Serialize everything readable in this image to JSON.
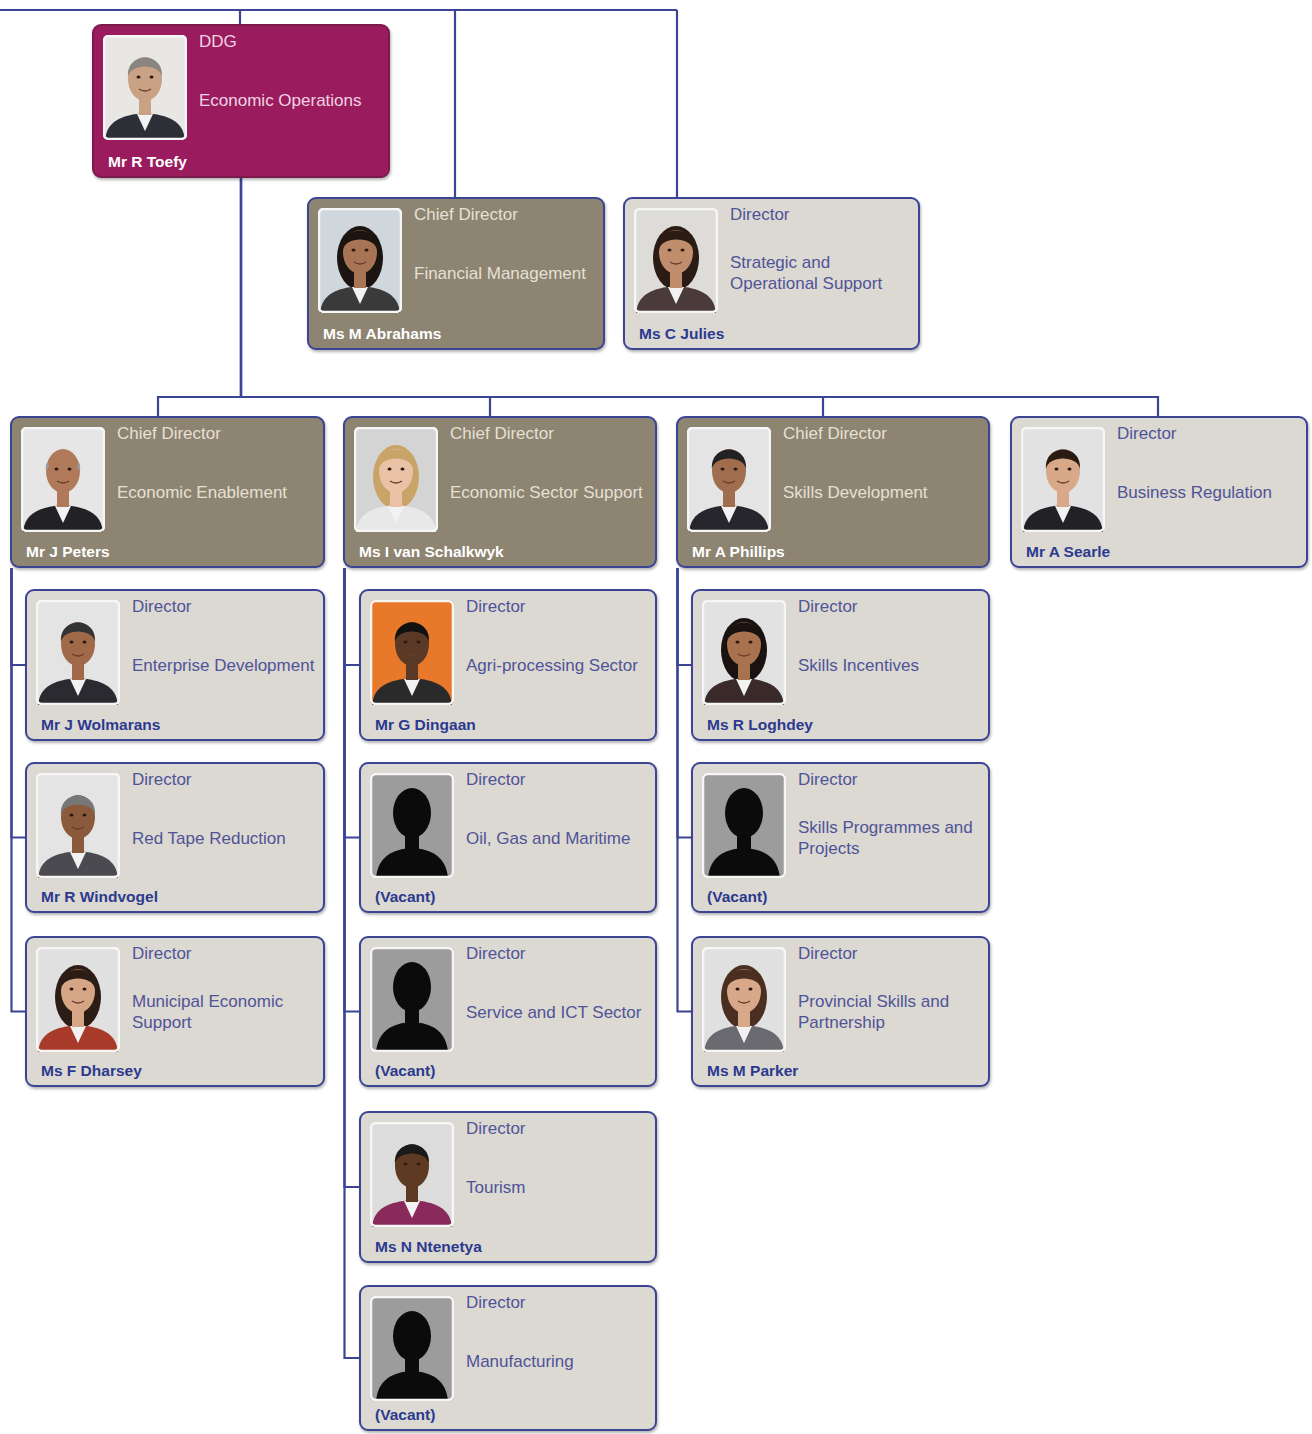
{
  "diagram": {
    "nodes": [
      {
        "text": [
          "DDG",
          "Economic Operations",
          "Mr R Toefy"
        ]
      },
      {
        "text": [
          "Chief Director",
          "Financial Management",
          "Ms M Abrahams"
        ]
      },
      {
        "text": [
          "Director",
          "Strategic and Operational Support",
          "Ms C Julies"
        ]
      },
      {
        "text": [
          "Chief Director",
          "Economic Enablement",
          "Mr J Peters"
        ]
      },
      {
        "text": [
          "Chief Director",
          "Economic Sector Support",
          "Ms I van Schalkwyk"
        ]
      },
      {
        "text": [
          "Chief Director",
          "Skills Development",
          "Mr A Phillips"
        ]
      },
      {
        "text": [
          "Director",
          "Business Regulation",
          "Mr A Searle"
        ]
      },
      {
        "text": [
          "Director",
          "Enterprise Development",
          "Mr J Wolmarans"
        ]
      },
      {
        "text": [
          "Director",
          "Red Tape Reduction",
          "Mr R Windvogel"
        ]
      },
      {
        "text": [
          "Director",
          "Municipal Economic Support",
          "Ms F Dharsey"
        ]
      },
      {
        "text": [
          "Director",
          "Agri-processing Sector",
          "Mr G Dingaan"
        ]
      },
      {
        "text": [
          "Director",
          "Oil, Gas and Maritime",
          "(Vacant)"
        ]
      },
      {
        "text": [
          "Director",
          "Service and ICT Sector",
          "(Vacant)"
        ]
      },
      {
        "text": [
          "Director",
          "Tourism",
          "Ms N Ntenetya"
        ]
      },
      {
        "text": [
          "Director",
          "Manufacturing",
          "(Vacant)"
        ]
      },
      {
        "text": [
          "Director",
          "Skills Incentives",
          "Ms R Loghdey"
        ]
      },
      {
        "text": [
          "Director",
          "Skills Programmes and Projects",
          "(Vacant)"
        ]
      },
      {
        "text": [
          "Director",
          "Provincial Skills and Partnership",
          "Ms M Parker"
        ]
      }
    ],
    "edges": [
      {
        "from": 0,
        "to": 3,
        "arrow": "none"
      },
      {
        "from": 0,
        "to": 4,
        "arrow": "none"
      },
      {
        "from": 0,
        "to": 5,
        "arrow": "none"
      },
      {
        "from": 0,
        "to": 6,
        "arrow": "none"
      },
      {
        "from": 3,
        "to": 7,
        "arrow": "none"
      },
      {
        "from": 3,
        "to": 8,
        "arrow": "none"
      },
      {
        "from": 3,
        "to": 9,
        "arrow": "none"
      },
      {
        "from": 4,
        "to": 10,
        "arrow": "none"
      },
      {
        "from": 4,
        "to": 11,
        "arrow": "none"
      },
      {
        "from": 4,
        "to": 12,
        "arrow": "none"
      },
      {
        "from": 4,
        "to": 13,
        "arrow": "none"
      },
      {
        "from": 4,
        "to": 14,
        "arrow": "none"
      },
      {
        "from": 5,
        "to": 15,
        "arrow": "none"
      },
      {
        "from": 5,
        "to": 16,
        "arrow": "none"
      },
      {
        "from": 5,
        "to": 17,
        "arrow": "none"
      }
    ]
  }
}
